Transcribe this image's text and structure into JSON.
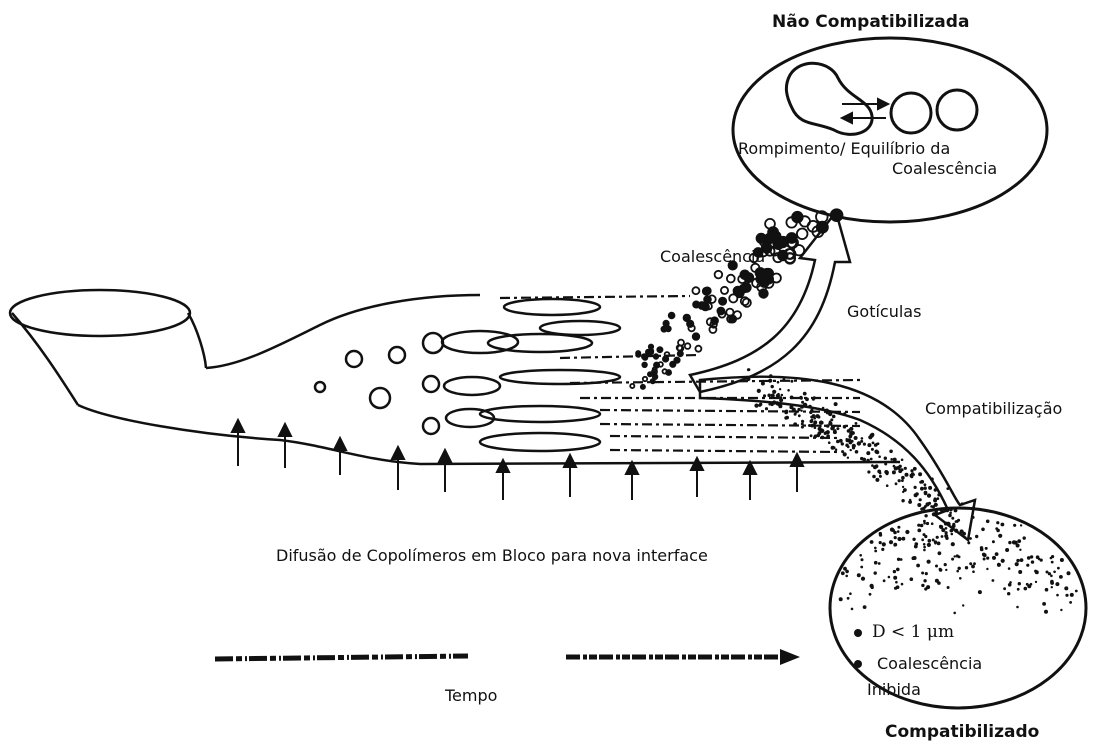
{
  "labels": {
    "nao_compatibilizada": "Não Compatibilizada",
    "rompimento": "Rompimento/ Equilíbrio da",
    "coalescencia_top": "Coalescência",
    "coalescencia_arrow": "Coalescência",
    "goticulas": "Gotículas",
    "compatibilizacao": "Compatibilização",
    "difusao": "Difusão de Copolímeros em Bloco para nova interface",
    "tempo": "Tempo",
    "d_size": "D < 1 μm",
    "coalescencia_inibida_1": "Coalescência",
    "coalescencia_inibida_2": "Inibida",
    "compatibilizado": "Compatibilizado"
  }
}
